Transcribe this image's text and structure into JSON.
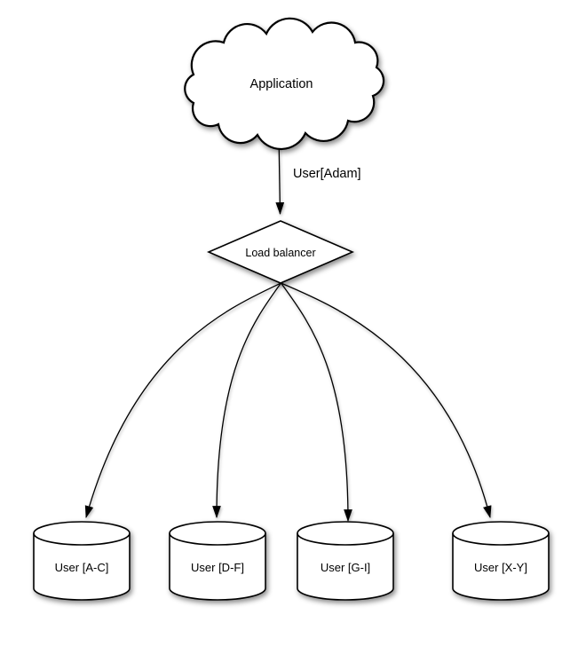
{
  "diagram": {
    "nodes": {
      "application": {
        "label": "Application",
        "shape": "cloud"
      },
      "load_balancer": {
        "label": "Load balancer",
        "shape": "diamond"
      },
      "shards": [
        {
          "label": "User [A-C]",
          "shape": "cylinder"
        },
        {
          "label": "User [D-F]",
          "shape": "cylinder"
        },
        {
          "label": "User [G-I]",
          "shape": "cylinder"
        },
        {
          "label": "User [X-Y]",
          "shape": "cylinder"
        }
      ]
    },
    "edges": {
      "app_to_lb_label": "User[Adam]"
    },
    "colors": {
      "shape_fill": "#ffffff",
      "stroke": "#000000",
      "text": "#000000",
      "background": "#ffffff"
    }
  }
}
